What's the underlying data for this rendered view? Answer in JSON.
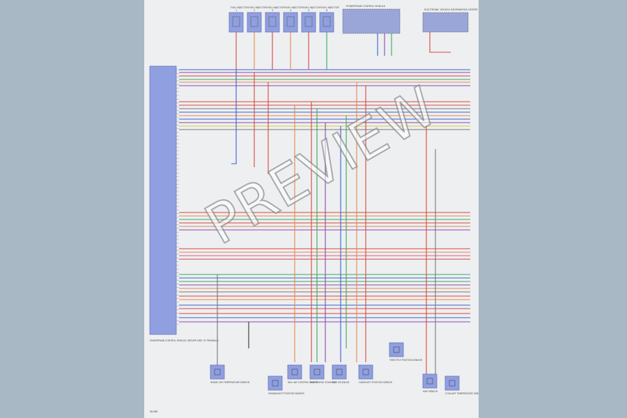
{
  "watermark": "PREVIEW",
  "sheet_number": "96-088",
  "ecm_label": "POWERTRAIN CONTROL MODULE (DRIVER SIDE OF FIREWALL)",
  "injectors": [
    {
      "title": "FUEL INJECTOR",
      "num": "1"
    },
    {
      "title": "FUEL INJECTOR",
      "num": "2"
    },
    {
      "title": "FUEL INJECTOR",
      "num": "3"
    },
    {
      "title": "FUEL INJECTOR",
      "num": "4"
    },
    {
      "title": "FUEL INJECTOR",
      "num": "5"
    },
    {
      "title": "FUEL INJECTOR",
      "num": "6"
    }
  ],
  "top_boxes": [
    {
      "title": "POWERTRAIN CONTROL MODULE"
    },
    {
      "title": "ELECTRONIC VEHICLE INFORMATION CENTER"
    }
  ],
  "bottom_components": [
    {
      "label": "INTAKE AIR TEMPERATURE SENSOR"
    },
    {
      "label": "CRANKSHAFT POSITION SENSOR"
    },
    {
      "label": "IDLE AIR CONTROL MOTOR"
    },
    {
      "label": "EVAP PURGE SOLENOID"
    },
    {
      "label": "EGR SOLENOID"
    },
    {
      "label": "CAMSHAFT POSITION SENSOR"
    },
    {
      "label": "THROTTLE POSITION SENSOR"
    },
    {
      "label": "MAP SENSOR"
    },
    {
      "label": "COOLANT TEMPERATURE SENSOR"
    }
  ],
  "colors": {
    "red": "#d9463b",
    "orange": "#e8894a",
    "green": "#3aa85a",
    "blue": "#3b5fd0",
    "purple": "#8a4aa8",
    "yellow": "#d8cf3c",
    "pink": "#d75a8a",
    "gray": "#777777",
    "black": "#333333"
  }
}
